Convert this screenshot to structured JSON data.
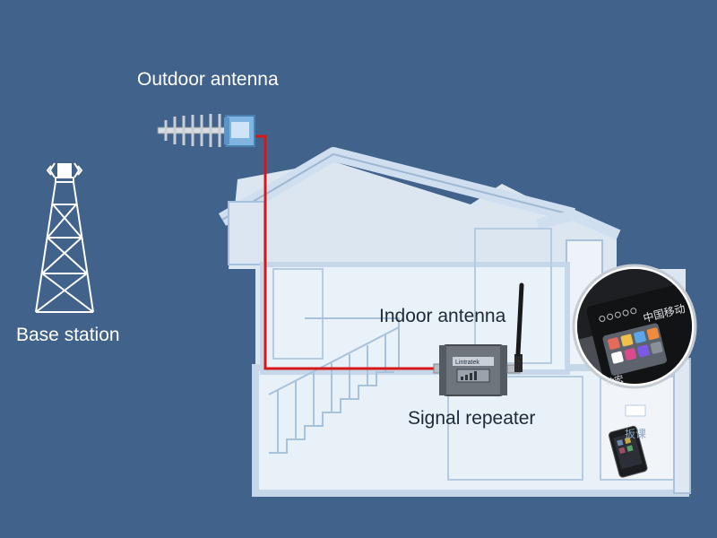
{
  "labels": {
    "outdoor_antenna": "Outdoor antenna",
    "base_station": "Base station",
    "indoor_antenna": "Indoor antenna",
    "signal_repeater": "Signal repeater"
  },
  "phone_screen": {
    "carrier_text": "中国移动",
    "bottom_text": "动宏",
    "sign_text": "扳课"
  },
  "repeater_logo": "Lintratek",
  "colors": {
    "background": "#41628a",
    "house_fill": "#e4edf6",
    "house_line": "#a9c2dc",
    "cable": "#d81818",
    "label_light": "#ffffff",
    "label_dark": "#1e2a36"
  },
  "icons": [
    "cell-tower-icon",
    "yagi-antenna-icon",
    "repeater-device-icon",
    "whip-antenna-icon",
    "smartphone-icon"
  ]
}
